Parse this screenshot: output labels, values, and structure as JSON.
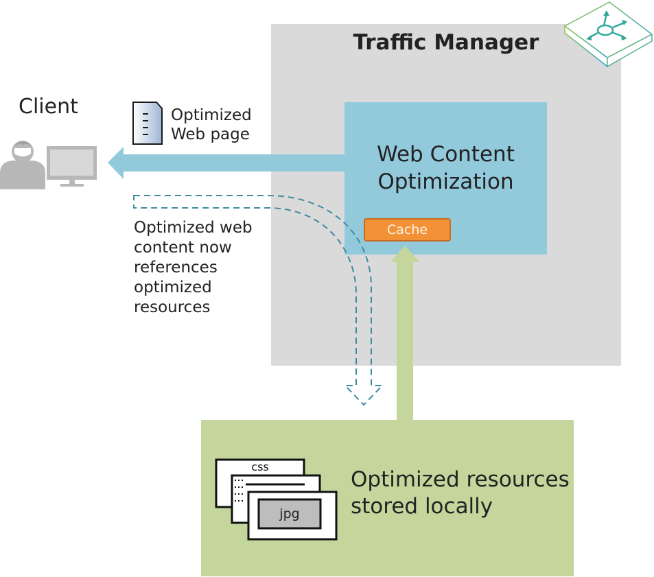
{
  "traffic_manager": {
    "title": "Traffic Manager",
    "icon": "router-icon"
  },
  "client": {
    "label": "Client",
    "icons": [
      "user-icon",
      "monitor-icon"
    ]
  },
  "optimized_page": {
    "label": "Optimized\nWeb page",
    "icon": "document-icon"
  },
  "web_content_optimization": {
    "title": "Web Content\nOptimization",
    "cache_label": "Cache"
  },
  "content_note": {
    "text": "Optimized web\ncontent now\nreferences\noptimized\nresources"
  },
  "resources": {
    "label": "Optimized resources\nstored locally",
    "file_labels": {
      "css": "css",
      "jpg": "jpg"
    }
  },
  "colors": {
    "traffic_manager_bg": "#dadada",
    "wco_bg": "#92cadc",
    "cache_bg": "#f39136",
    "resources_bg": "#c4d69c",
    "client_arrow": "#92cadc",
    "cache_arrow": "#c4d69c",
    "dashed_arrow": "#3d8b9e"
  }
}
